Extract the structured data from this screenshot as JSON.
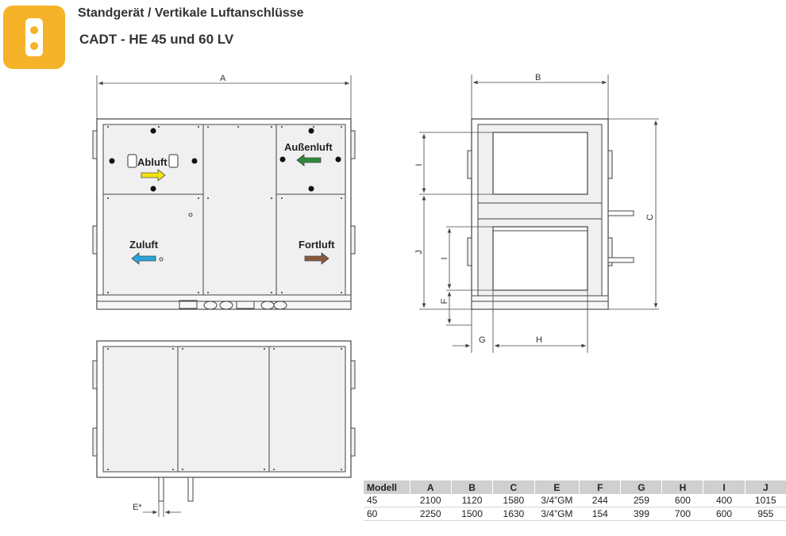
{
  "header": {
    "title": "Standgerät / Vertikale Luftanschlüsse",
    "subtitle": "CADT - HE 45 und 60 LV",
    "logo_color": "#f5b32a"
  },
  "front_view": {
    "dim_a": "A",
    "labels": {
      "abluft": "Abluft",
      "aussenluft": "Außenluft",
      "zuluft": "Zuluft",
      "fortluft": "Fortluft"
    },
    "arrow_colors": {
      "abluft": "#f2e40c",
      "aussenluft": "#2e8b3a",
      "zuluft": "#2aa6de",
      "fortluft": "#8a5a3c"
    }
  },
  "side_view": {
    "dim_b": "B",
    "dim_c": "C",
    "dim_i_top": "I",
    "dim_i_bottom": "I",
    "dim_j": "J",
    "dim_f": "F",
    "dim_g": "G",
    "dim_h": "H"
  },
  "top_view": {
    "dim_e": "E*"
  },
  "table": {
    "headers": [
      "Modell",
      "A",
      "B",
      "C",
      "E",
      "F",
      "G",
      "H",
      "I",
      "J"
    ],
    "rows": [
      [
        "45",
        "2100",
        "1120",
        "1580",
        "3/4”GM",
        "244",
        "259",
        "600",
        "400",
        "1015"
      ],
      [
        "60",
        "2250",
        "1500",
        "1630",
        "3/4”GM",
        "154",
        "399",
        "700",
        "600",
        "955"
      ]
    ]
  }
}
